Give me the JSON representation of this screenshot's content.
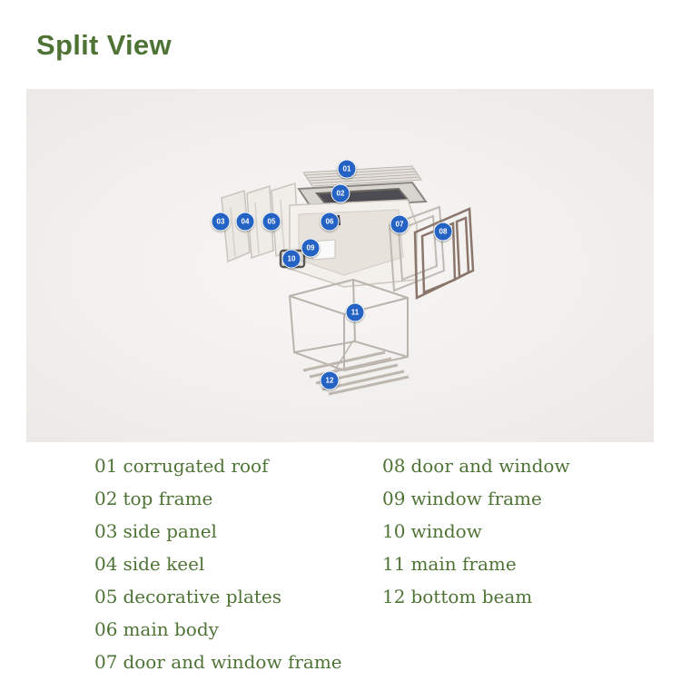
{
  "title": "Split View",
  "markers": [
    "01",
    "02",
    "03",
    "04",
    "05",
    "06",
    "07",
    "08",
    "09",
    "10",
    "11",
    "12"
  ],
  "legend_left": [
    {
      "num": "01",
      "text": "corrugated roof"
    },
    {
      "num": "02",
      "text": "top frame"
    },
    {
      "num": "03",
      "text": "side panel"
    },
    {
      "num": "04",
      "text": "side keel"
    },
    {
      "num": "05",
      "text": "decorative plates"
    },
    {
      "num": "06",
      "text": "main body"
    },
    {
      "num": "07",
      "text": "door and window frame"
    }
  ],
  "legend_right": [
    {
      "num": "08",
      "text": "door and window"
    },
    {
      "num": "09",
      "text": "window frame"
    },
    {
      "num": "10",
      "text": "window"
    },
    {
      "num": "11",
      "text": "main frame"
    },
    {
      "num": "12",
      "text": "bottom beam"
    }
  ],
  "colors": {
    "title": "#4e7335",
    "legend_text": "#4e7335",
    "marker": "#2463c4",
    "stage_bg": "#f1efed"
  }
}
